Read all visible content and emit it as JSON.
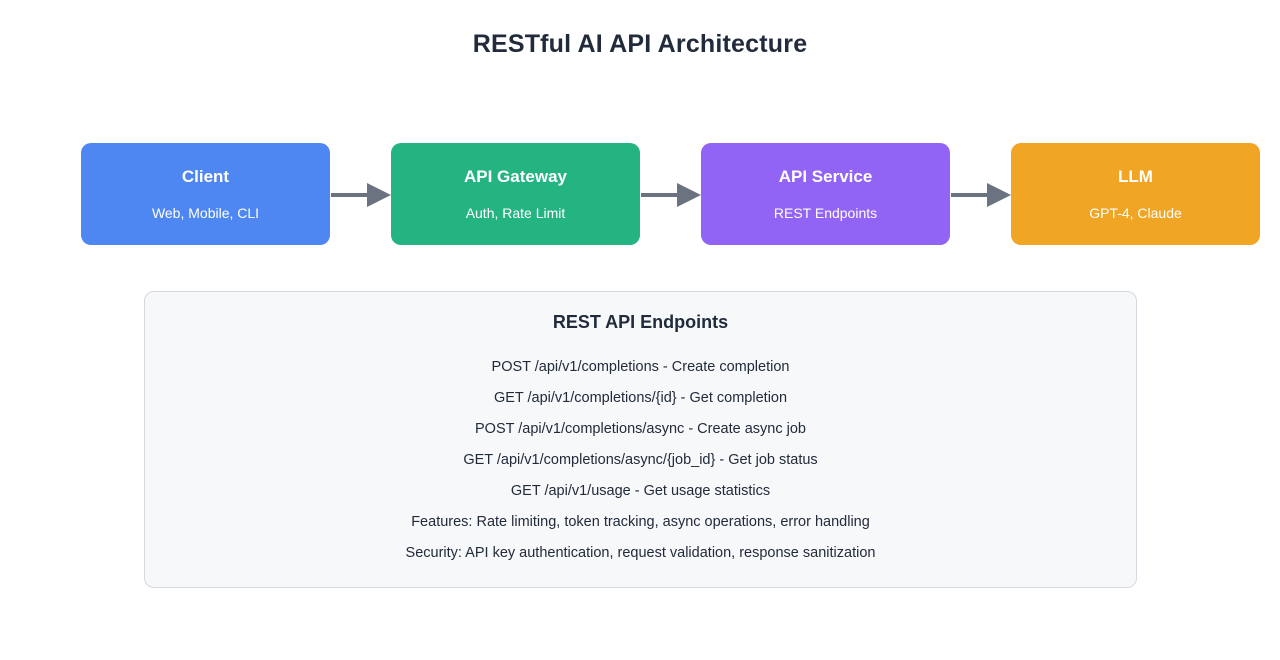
{
  "title": "RESTful AI API Architecture",
  "flow": {
    "nodes": [
      {
        "title": "Client",
        "subtitle": "Web, Mobile, CLI",
        "color": "#4f87f2"
      },
      {
        "title": "API Gateway",
        "subtitle": "Auth, Rate Limit",
        "color": "#23b482"
      },
      {
        "title": "API Service",
        "subtitle": "REST Endpoints",
        "color": "#9164f5"
      },
      {
        "title": "LLM",
        "subtitle": "GPT-4, Claude",
        "color": "#f0a524"
      }
    ],
    "arrow_color": "#6b7280"
  },
  "endpoints_panel": {
    "heading": "REST API Endpoints",
    "lines": [
      "POST /api/v1/completions - Create completion",
      "GET /api/v1/completions/{id} - Get completion",
      "POST /api/v1/completions/async - Create async job",
      "GET /api/v1/completions/async/{job_id} - Get job status",
      "GET /api/v1/usage - Get usage statistics",
      "Features: Rate limiting, token tracking, async operations, error handling",
      "Security: API key authentication, request validation, response sanitization"
    ],
    "background": "#f7f8fa",
    "border_color": "#d5d8df"
  }
}
